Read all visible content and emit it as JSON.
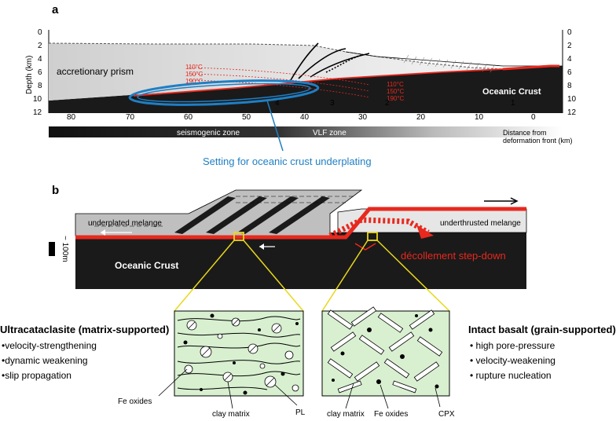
{
  "panel_a": {
    "label": "a",
    "depth_axis_title": "Depth (km)",
    "depth_ticks": [
      "0",
      "2",
      "4",
      "6",
      "8",
      "10",
      "12"
    ],
    "distance_ticks": [
      "80",
      "70",
      "60",
      "50",
      "40",
      "30",
      "20",
      "10",
      "0"
    ],
    "distance_title_line1": "Distance from",
    "distance_title_line2": "deformation front (km)",
    "prism_label": "accretionary prism",
    "crust_label": "Oceanic Crust",
    "isotherms_left": [
      "110°C",
      "150°C",
      "190°C"
    ],
    "isotherms_right": [
      "110°C",
      "150°C",
      "190°C"
    ],
    "zone_numbers": [
      "4",
      "3",
      "2",
      "1"
    ],
    "seismogenic_label": "seismogenic zone",
    "vlf_label": "VLF  zone",
    "underplating_caption": "Setting for oceanic crust underplating"
  },
  "panel_b": {
    "label": "b",
    "scale_label": "~ 100m",
    "left_melange": "underplated melange",
    "right_melange": "underthrusted melange",
    "crust_label": "Oceanic Crust",
    "stepdown_label": "décollement step-down"
  },
  "left_box": {
    "title": "Ultracataclasite (matrix-supported)",
    "bullets": [
      "•velocity-strengthening",
      "•dynamic weakening",
      "•slip propagation"
    ],
    "labels": {
      "fe": "Fe oxides",
      "clay": "clay matrix",
      "pl": "PL"
    }
  },
  "right_box": {
    "title": "Intact basalt (grain-supported)",
    "bullets": [
      "• high pore-pressure",
      "• velocity-weakening",
      "• rupture nucleation"
    ],
    "labels": {
      "clay": "clay matrix",
      "fe": "Fe oxides",
      "cpx": "CPX"
    }
  },
  "colors": {
    "red": "#e8281e",
    "blue": "#1f7fc4",
    "yellow": "#e8d81a",
    "matrix_green": "#d8f0d0",
    "crust_black": "#1a1a1a"
  }
}
